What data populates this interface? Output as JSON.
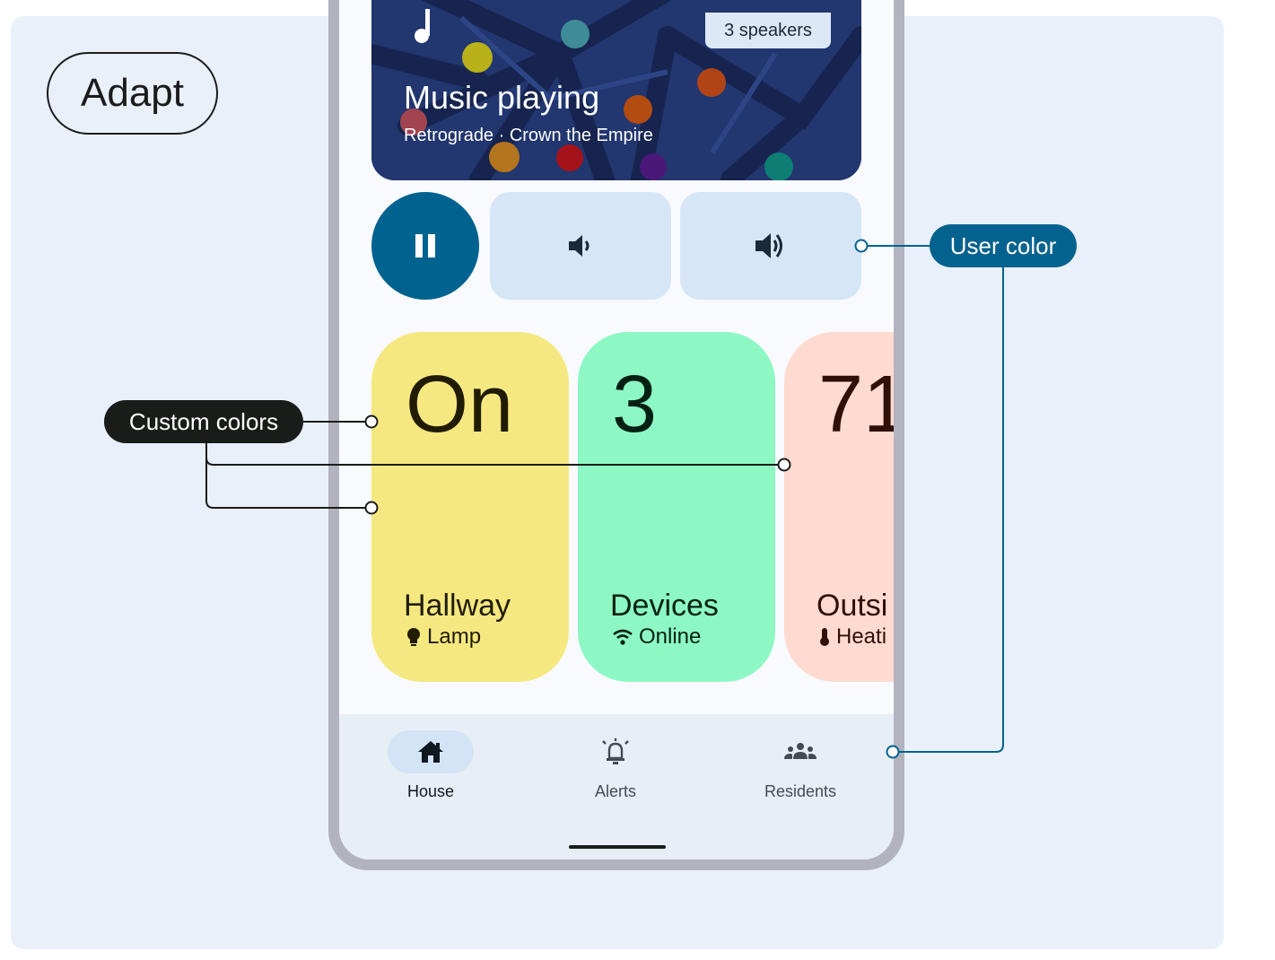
{
  "badge": {
    "label": "Adapt"
  },
  "music": {
    "speakers": "3 speakers",
    "title": "Music playing",
    "subtitle": "Retrograde · Crown the Empire"
  },
  "controls": {
    "pause_icon": "pause-icon",
    "volume_down_icon": "volume-down-icon",
    "volume_up_icon": "volume-up-icon"
  },
  "tiles": [
    {
      "value": "On",
      "label": "Hallway",
      "sub": "Lamp",
      "icon": "bulb-icon",
      "color": "#f5e881"
    },
    {
      "value": "3",
      "label": "Devices",
      "sub": "Online",
      "icon": "wifi-icon",
      "color": "#8df8c4"
    },
    {
      "value": "71",
      "label": "Outsi",
      "sub": "Heati",
      "icon": "thermometer-icon",
      "color": "#ffdad0"
    }
  ],
  "nav": [
    {
      "label": "House",
      "icon": "house-icon",
      "active": true
    },
    {
      "label": "Alerts",
      "icon": "alert-bell-icon",
      "active": false
    },
    {
      "label": "Residents",
      "icon": "residents-icon",
      "active": false
    }
  ],
  "annotations": {
    "user_color": "User color",
    "custom_colors": "Custom colors"
  },
  "colors": {
    "user_accent": "#00628f",
    "annotation_dark": "#1a1c1a",
    "canvas": "#e9f0fa"
  }
}
